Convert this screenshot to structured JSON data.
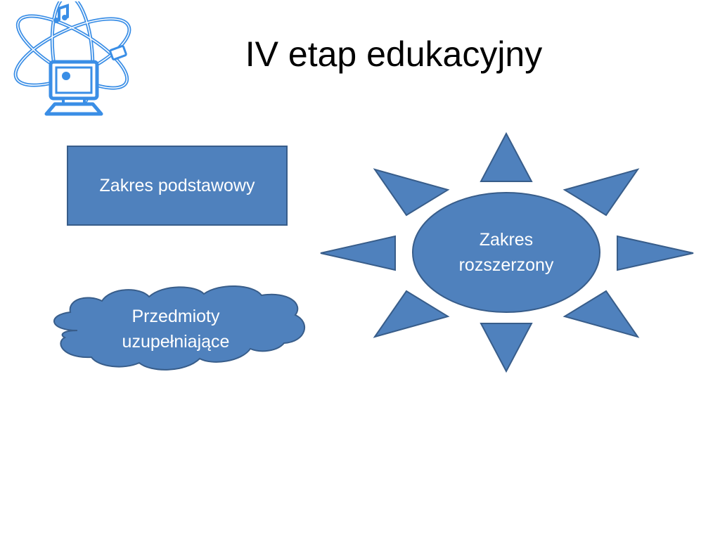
{
  "slide": {
    "title": "IV etap edukacyjny"
  },
  "diagram": {
    "basic_scope": {
      "label": "Zakres podstawowy",
      "shape": "rectangle"
    },
    "supplementary_subjects": {
      "label_lines": [
        "Przedmioty",
        "uzupełniające"
      ],
      "shape": "cloud"
    },
    "extended_scope": {
      "label_lines": [
        "Zakres",
        "rozszerzony"
      ],
      "shape": "sun"
    }
  },
  "colors": {
    "shape_fill": "#4f81bd",
    "shape_stroke": "#385d8a",
    "shape_text": "#ffffff",
    "logo_stroke": "#3a8ee6",
    "logo_fill": "#ffffff"
  },
  "icons": {
    "logo": "computer-atom-logo-icon"
  }
}
